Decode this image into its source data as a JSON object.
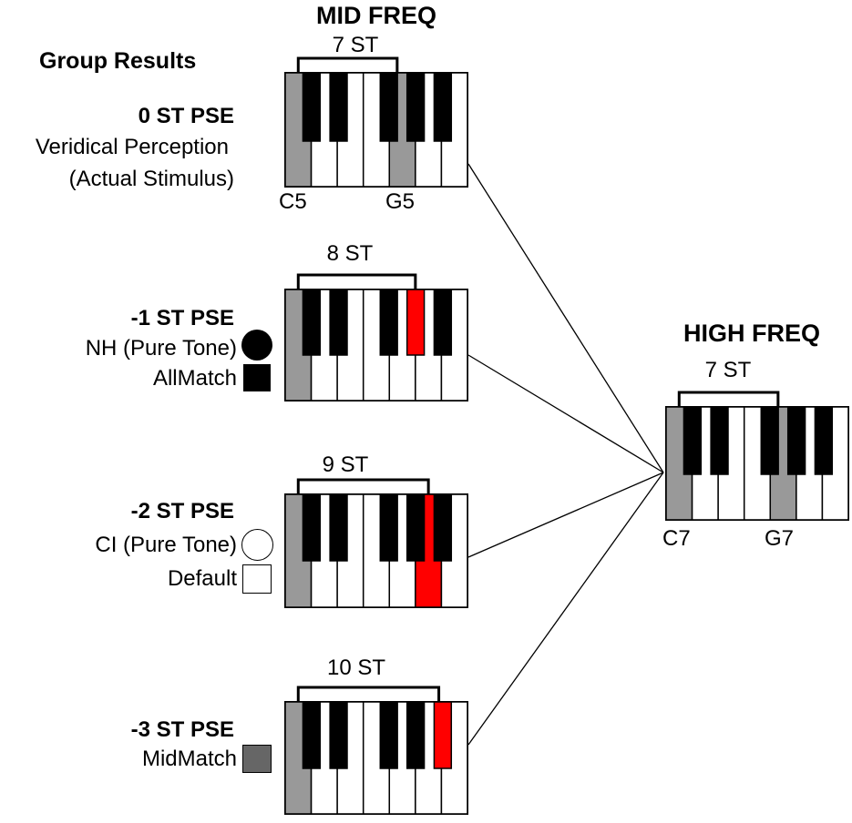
{
  "titles": {
    "mid_freq": "MID FREQ",
    "high_freq": "HIGH FREQ",
    "group_results": "Group Results"
  },
  "rows": [
    {
      "pse": "0 ST PSE",
      "lines": [
        "Veridical Perception",
        "(Actual Stimulus)"
      ],
      "interval": "7 ST",
      "note_labels": [
        "C5",
        "G5"
      ],
      "highlight_key": "G5",
      "highlight_color": "#999999"
    },
    {
      "pse": "-1 ST PSE",
      "lines": [
        "NH (Pure Tone)",
        "AllMatch"
      ],
      "symbols": [
        "black-circle",
        "black-square"
      ],
      "interval": "8 ST",
      "highlight_key": "G#5",
      "highlight_color": "#ff0000"
    },
    {
      "pse": "-2 ST PSE",
      "lines": [
        "CI (Pure Tone)",
        "Default"
      ],
      "symbols": [
        "open-circle",
        "open-square"
      ],
      "interval": "9 ST",
      "highlight_key": "A5",
      "highlight_color": "#ff0000"
    },
    {
      "pse": "-3 ST PSE",
      "lines": [
        "MidMatch"
      ],
      "symbols": [
        "gray-square"
      ],
      "interval": "10 ST",
      "highlight_key": "A#5",
      "highlight_color": "#ff0000"
    }
  ],
  "high_keyboard": {
    "interval": "7 ST",
    "note_labels": [
      "C7",
      "G7"
    ]
  },
  "colors": {
    "root_key": "#999999",
    "shifted_key": "#ff0000",
    "gray_symbol": "#666666"
  }
}
